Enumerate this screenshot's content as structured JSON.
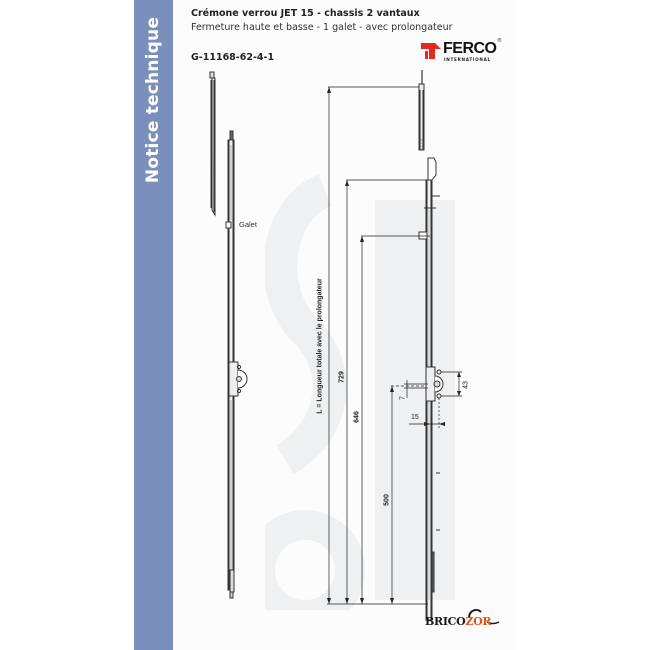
{
  "sidebar": {
    "title": "Notice technique",
    "color": "#7b8fbb"
  },
  "header": {
    "title": "Crémone verrou JET 15 - chassis 2 vantaux",
    "subtitle": "Fermeture haute et basse - 1 galet - avec prolongateur",
    "reference": "G-11168-62-4-1"
  },
  "brand": {
    "ferco_name": "FERCO",
    "ferco_registered": "®",
    "ferco_sub": "INTERNATIONAL",
    "ferco_accent": "#e8281e",
    "bricozor_part1": "BRICO",
    "bricozor_part2": "ZOR",
    "bricozor_accent": "#e05516"
  },
  "drawing": {
    "galet_label": "Galet",
    "total_length_label": "L = Longueur totale avec le prolongateur",
    "dimensions": {
      "d729": "729",
      "d646": "646",
      "d500": "500",
      "d43": "43",
      "d7": "7",
      "d15": "15"
    }
  }
}
